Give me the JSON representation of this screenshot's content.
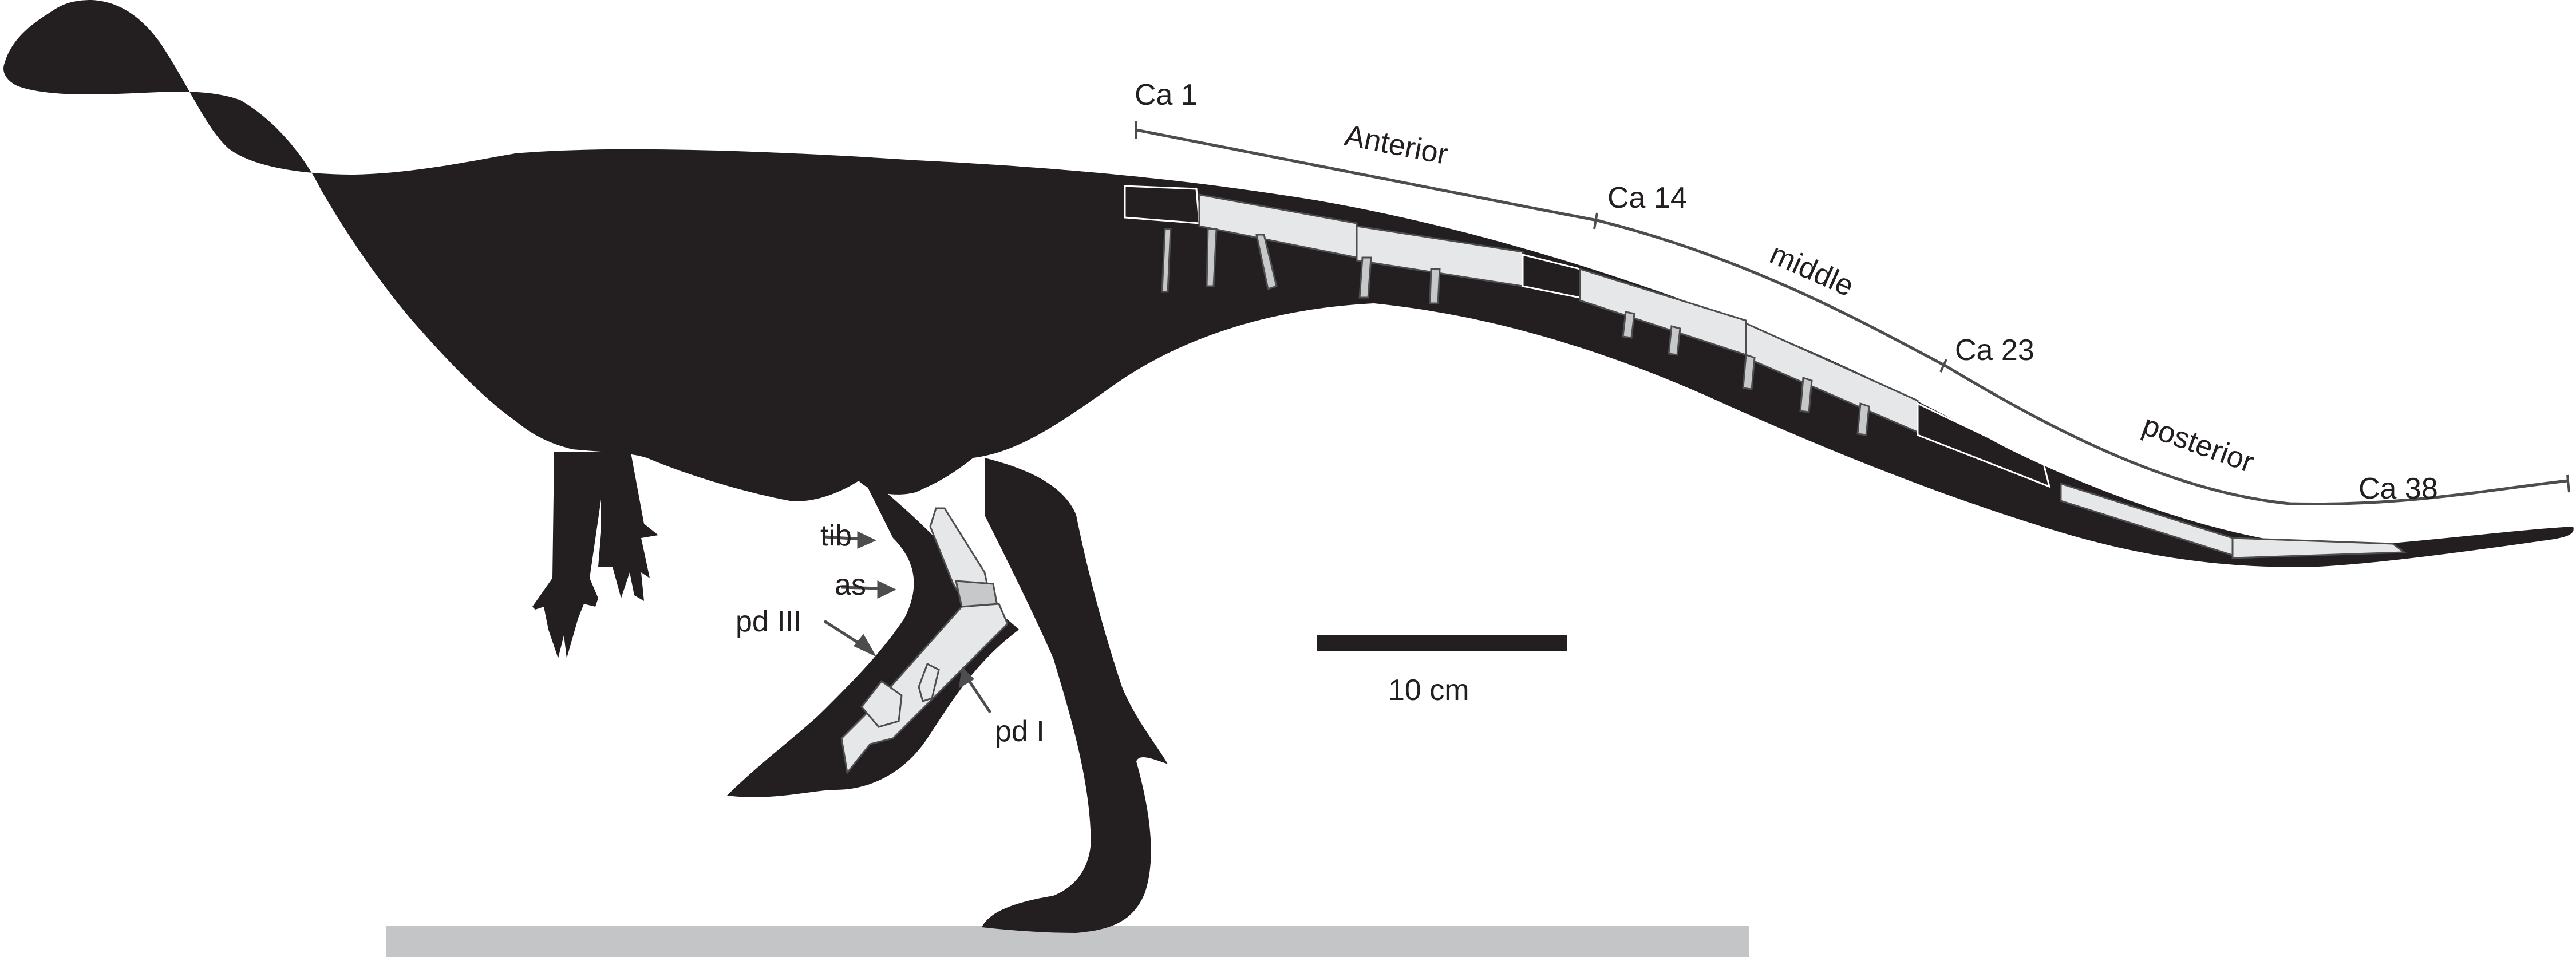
{
  "figure": {
    "type": "skeletal silhouette reconstruction",
    "colors": {
      "silhouette": "#231f20",
      "bone_fill": "#e6e7e8",
      "bone_dark_fill": "#c7c8ca",
      "bone_outline": "#4d4d4f",
      "ground": "#c4c5c7",
      "bracket_line": "#4d4d4f",
      "text": "#231f20"
    }
  },
  "tail_regions": {
    "markers": [
      {
        "label": "Ca 1"
      },
      {
        "label": "Ca 14"
      },
      {
        "label": "Ca 23"
      },
      {
        "label": "Ca 38"
      }
    ],
    "regions": [
      {
        "label": "Anterior"
      },
      {
        "label": "middle"
      },
      {
        "label": "posterior"
      }
    ]
  },
  "leg_labels": [
    {
      "label": "tib"
    },
    {
      "label": "as"
    },
    {
      "label": "pd III"
    },
    {
      "label": "pd I"
    }
  ],
  "scale_bar": {
    "label": "10 cm"
  }
}
